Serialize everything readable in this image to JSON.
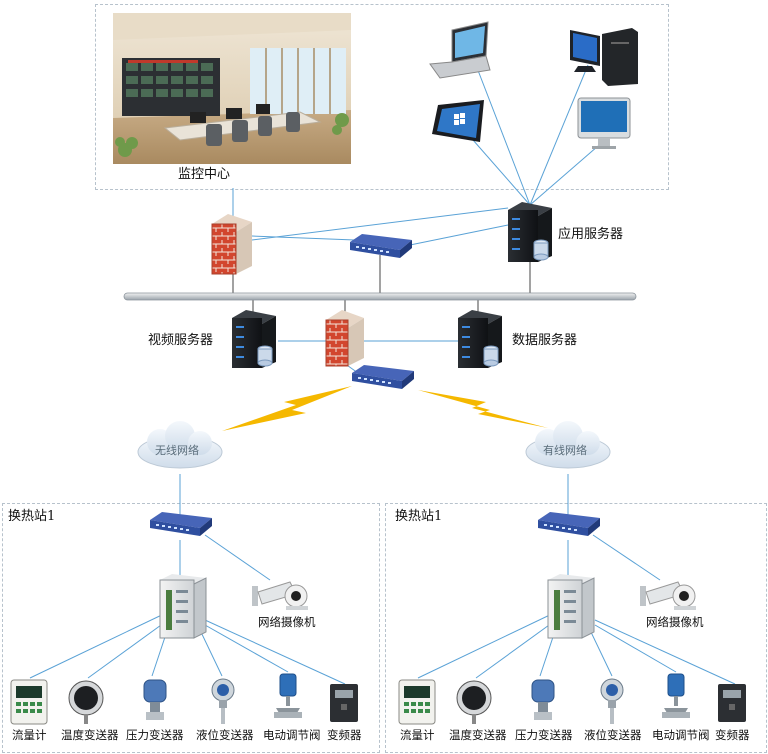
{
  "monitor_center": {
    "label": "监控中心"
  },
  "servers": {
    "app": {
      "label": "应用服务器"
    },
    "video": {
      "label": "视频服务器"
    },
    "data": {
      "label": "数据服务器"
    }
  },
  "networks": {
    "wireless": {
      "label": "无线网络"
    },
    "wired": {
      "label": "有线网络"
    }
  },
  "stations": [
    {
      "title": "换热站1",
      "camera_label": "网络摄像机",
      "devices": [
        "流量计",
        "温度变送器",
        "压力变送器",
        "液位变送器",
        "电动调节阀",
        "变频器"
      ]
    },
    {
      "title": "换热站1",
      "camera_label": "网络摄像机",
      "devices": [
        "流量计",
        "温度变送器",
        "压力变送器",
        "液位变送器",
        "电动调节阀",
        "变频器"
      ]
    }
  ],
  "colors": {
    "link": "#5aa2d6",
    "bus": "#9aa3ab",
    "lightning": "#f5b800",
    "box_border": "#b7c2cc",
    "switch": "#2f4fa0"
  }
}
